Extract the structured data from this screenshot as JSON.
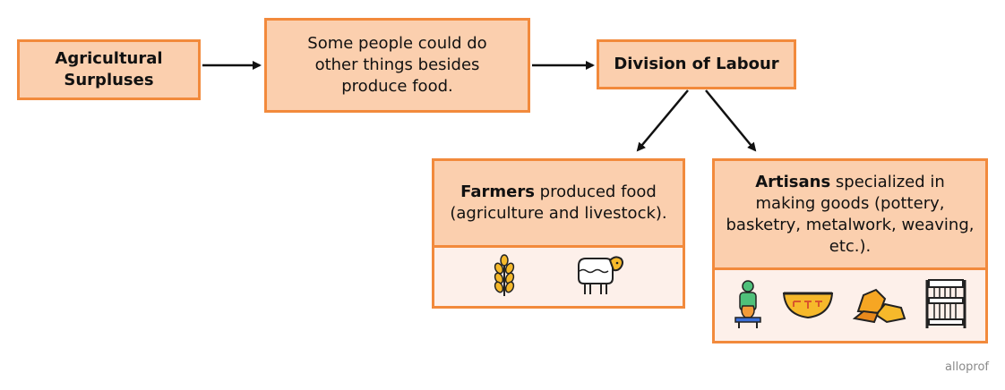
{
  "diagram": {
    "agricultural_surpluses": "Agricultural Surpluses",
    "some_people": "Some people could do other things besides produce food.",
    "division_of_labour": "Division of Labour",
    "farmers": {
      "bold": "Farmers",
      "text": " produced food (agriculture and livestock).",
      "icons": [
        "wheat-icon",
        "sheep-icon"
      ]
    },
    "artisans": {
      "bold": "Artisans",
      "text": " specialized in making goods (pottery, basketry, metalwork, weaving, etc.).",
      "icons": [
        "potter-icon",
        "basket-icon",
        "metal-ore-icon",
        "loom-icon"
      ]
    }
  },
  "brand": "alloprof",
  "colors": {
    "box_fill": "#fbcfae",
    "box_border": "#f28a3c",
    "icon_panel": "#fdf0ea"
  }
}
